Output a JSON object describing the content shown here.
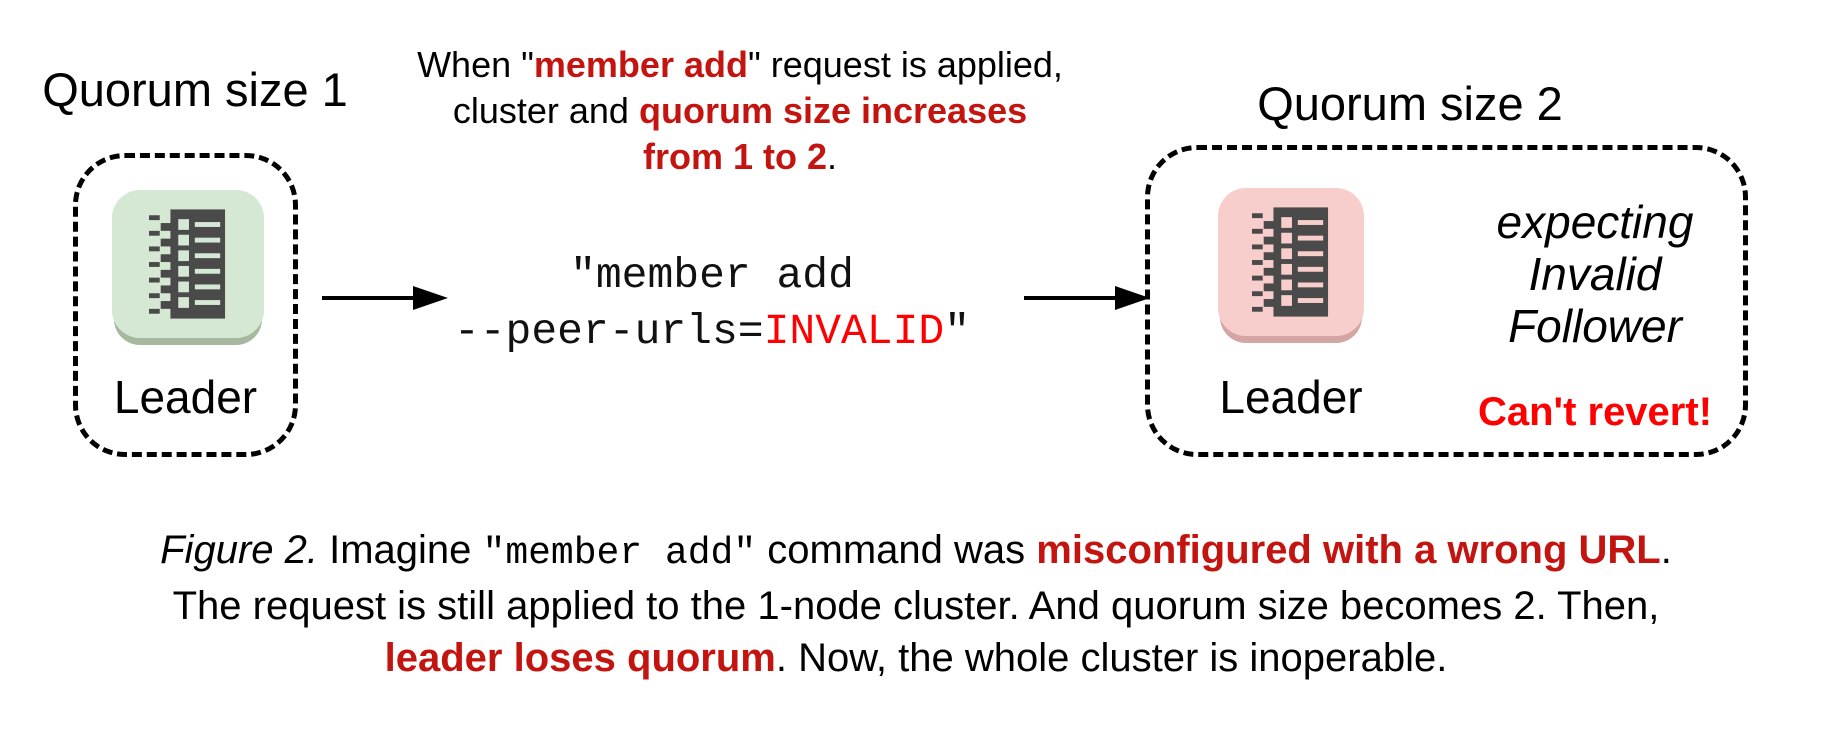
{
  "colors": {
    "red_dark": "#c41410",
    "red_bright": "#ff0000",
    "green_fill": "#d5e8d4",
    "green_edge": "#a6b89d",
    "pink_fill": "#f8cecc",
    "pink_edge": "#d3a5a3",
    "icon_dark": "#4a4a4a"
  },
  "left_cluster": {
    "title": "Quorum size 1",
    "node_label": "Leader"
  },
  "annotation": {
    "l1_pre": "When \"",
    "l1_red": "member add",
    "l1_post": "\" request is applied,",
    "l2_pre": "cluster and ",
    "l2_red": "quorum size increases",
    "l3_red": "from 1 to 2",
    "l3_post": "."
  },
  "command": {
    "line1": "\"member add",
    "line2_pre": "--peer-urls=",
    "line2_invalid": "INVALID",
    "line2_close": "\""
  },
  "right_cluster": {
    "title": "Quorum size 2",
    "node_label": "Leader",
    "expecting": [
      "expecting",
      "Invalid",
      "Follower"
    ],
    "warning": "Can't revert!"
  },
  "caption": {
    "figure": "Figure 2.",
    "s1": " Imagine ",
    "code": "\"member add\"",
    "s2": " command was ",
    "red1": "misconfigured with a wrong URL",
    "s3": ".",
    "line2": "The request is still applied to the 1-node cluster. And quorum size becomes 2. Then,",
    "red2": "leader loses quorum",
    "s4": ". Now, the whole cluster is inoperable."
  }
}
